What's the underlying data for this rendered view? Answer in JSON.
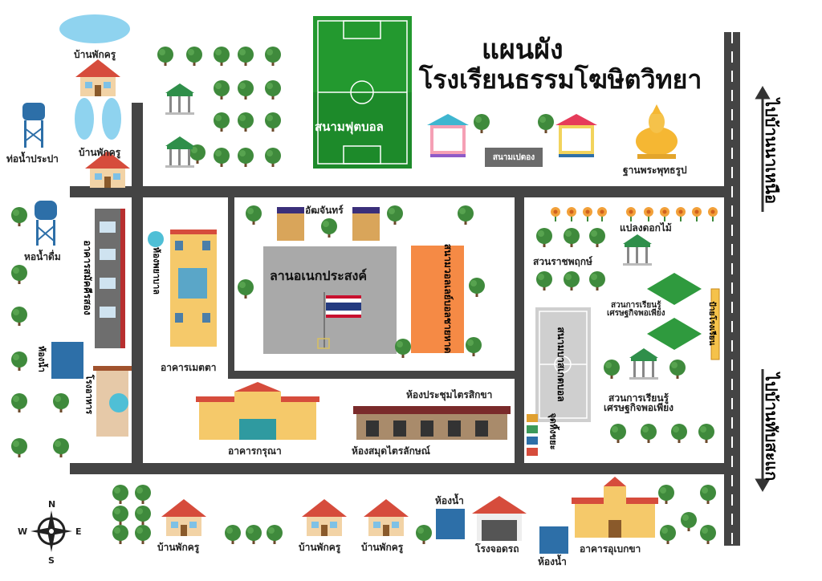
{
  "title": {
    "line1": "แผนผัง",
    "line2": "โรงเรียนธรรมโฆษิตวิทยา"
  },
  "directions": {
    "up": "ไปบ้านนาเหนือ",
    "down": "ไปบ้านทับสะแก"
  },
  "compass": {
    "n": "N",
    "s": "S",
    "e": "E",
    "w": "W"
  },
  "labels": {
    "teacher_house_top": "บ้านพักครู",
    "teacher_house_left": "บ้านพักครู",
    "water_tower_tap": "ท่อน้ำประปา",
    "water_tower_drink": "หอน้ำดื่ม",
    "football_field": "สนามฟุตบอล",
    "shuttlecock_court": "สนามเปตอง",
    "buddha": "ฐานพระพุทธรูป",
    "bleachers": "อัฒจันทร์",
    "multipurpose_yard": "ลานอเนกประสงค์",
    "volleyball_court": "สนามวอลเลย์บอลชายหาด",
    "flower_bed": "แปลงดอกไม้",
    "royal_garden": "สวนราชพฤกษ์",
    "basketball_court": "สนามบาสเกตบอล",
    "sufficiency_garden_1": "สวนการเรียนรู้\nเศรษฐกิจพอเพียง",
    "sufficiency_garden_2": "สวนการเรียนรู้\nเศรษฐกิจพอเพียง",
    "school_sign": "ป้ายโรงเรียน",
    "building_samakkhi": "อาคารสมัคคีรสอง",
    "nurse_room": "ห้องพยาบาล",
    "toilet_left": "ห้องน้ำ",
    "canteen": "โรงอาหาร",
    "building_metta": "อาคารเมตตา",
    "building_karuna": "อาคารกรุณา",
    "meeting_room": "ห้องประชุมไตรสิกขา",
    "library": "ห้องสมุดไตรลักษณ์",
    "recycle": "จุดทิ้งขยะ",
    "teacher_house_b1": "บ้านพักครู",
    "teacher_house_b2": "บ้านพักครู",
    "teacher_house_b3": "บ้านพักครู",
    "toilet_b1": "ห้องน้ำ",
    "toilet_b2": "ห้องน้ำ",
    "garage": "โรงจอดรถ",
    "building_upekkha": "อาคารอุเบกขา"
  },
  "colors": {
    "road": "#444444",
    "field": "#1d8a2a",
    "yard": "#a9a9a9",
    "volleyball": "#f58a45",
    "tree": "#3f8a3c",
    "water": "#8fd3ef"
  }
}
